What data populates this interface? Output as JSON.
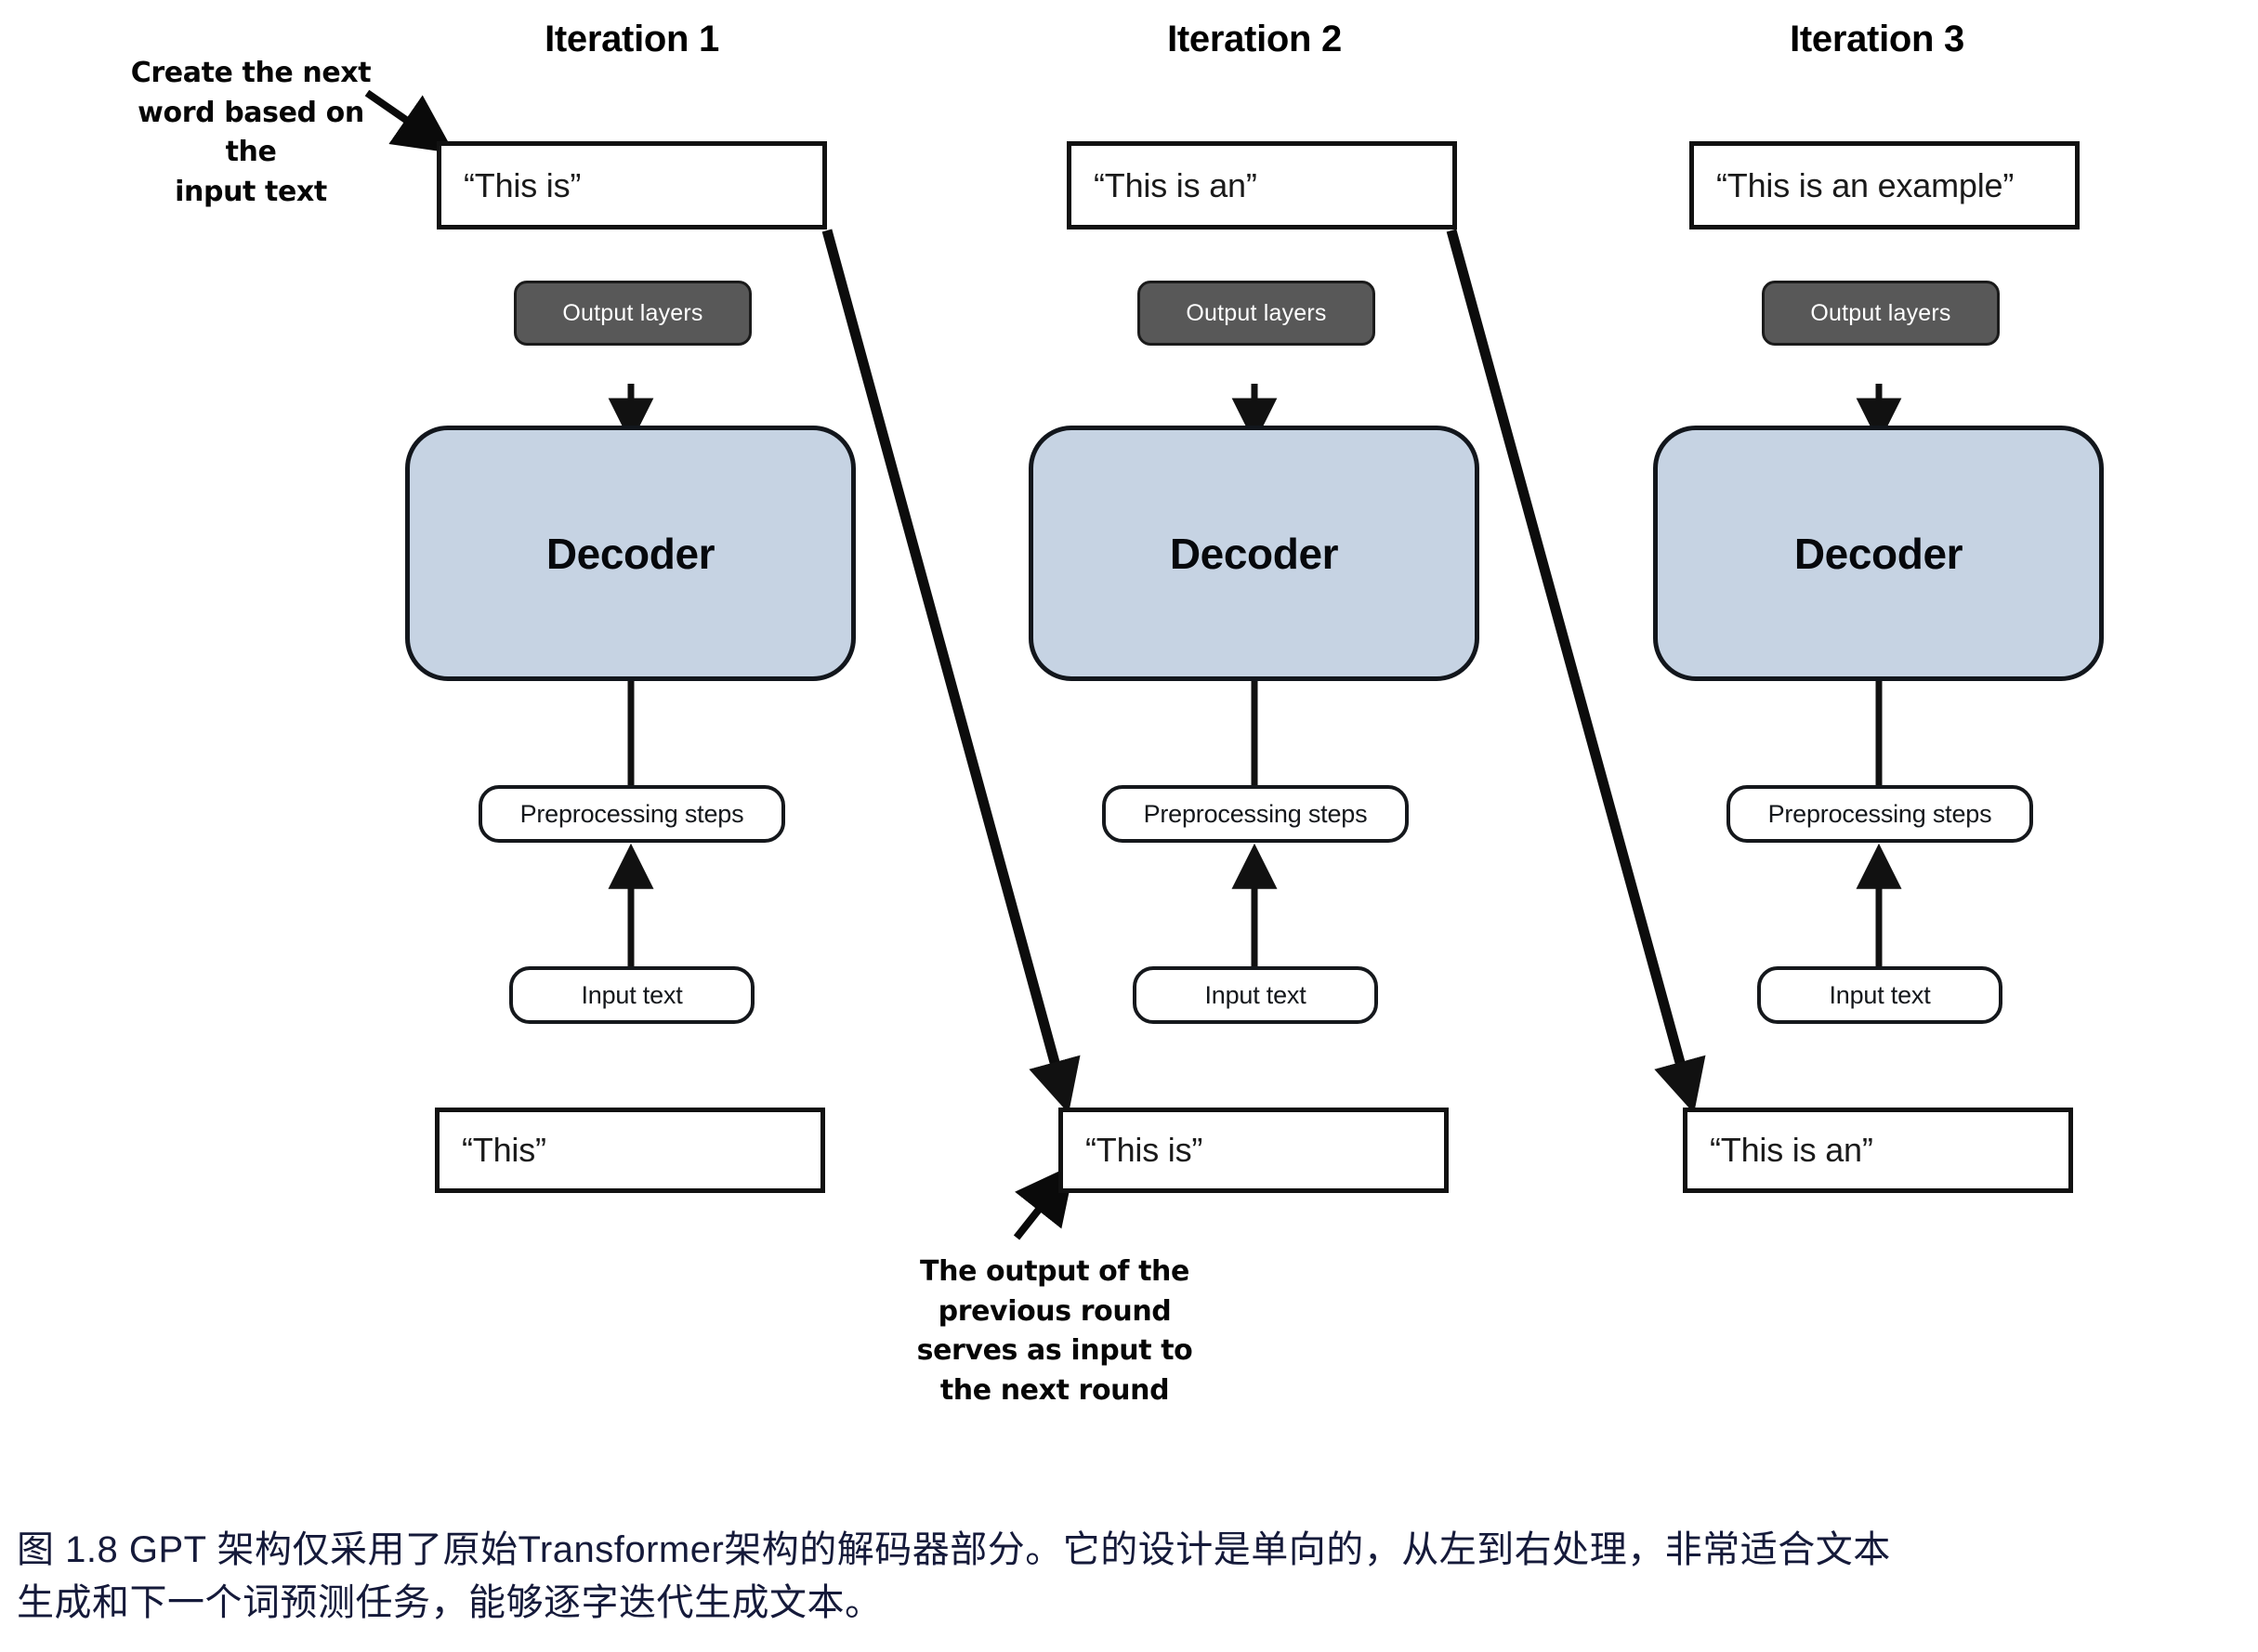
{
  "figure": {
    "columns": [
      {
        "title": "Iteration 1",
        "output_text": "“This is”",
        "output_layers_label": "Output layers",
        "decoder_label": "Decoder",
        "preprocessing_label": "Preprocessing steps",
        "input_label": "Input text",
        "input_text": "“This”"
      },
      {
        "title": "Iteration 2",
        "output_text": "“This is an”",
        "output_layers_label": "Output layers",
        "decoder_label": "Decoder",
        "preprocessing_label": "Preprocessing steps",
        "input_label": "Input text",
        "input_text": "“This is”"
      },
      {
        "title": "Iteration 3",
        "output_text": "“This is an example”",
        "output_layers_label": "Output layers",
        "decoder_label": "Decoder",
        "preprocessing_label": "Preprocessing steps",
        "input_label": "Input text",
        "input_text": "“This is an”"
      }
    ],
    "annotations": {
      "top_left": [
        "Create the next",
        "word based on the",
        "input text"
      ],
      "bottom_middle": [
        "The output of the",
        "previous round",
        "serves as input to",
        "the next round"
      ]
    },
    "caption": [
      "图 1.8  GPT 架构仅采用了原始Transformer架构的解码器部分。它的设计是单向的，从左到右处理，非常适合文本",
      "生成和下一个词预测任务，能够逐字迭代生成文本。"
    ],
    "colors": {
      "decoder_fill": "#c6d3e3",
      "output_layers_fill": "#585858",
      "stroke": "#111111",
      "caption_text": "#151a3a"
    }
  }
}
